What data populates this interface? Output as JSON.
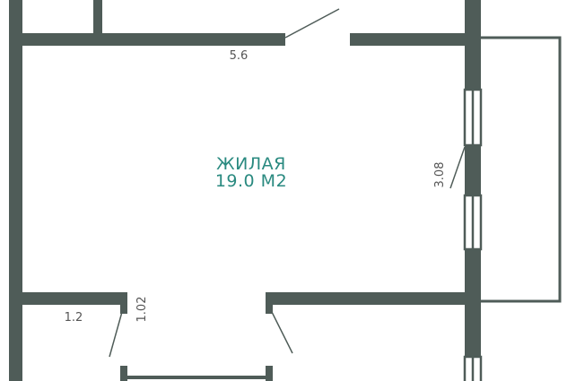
{
  "floor_plan": {
    "room": {
      "name": "ЖИЛАЯ",
      "area": "19.0 М2"
    },
    "dimensions": {
      "top_wall": "5.6",
      "right_wall": "3.08",
      "bottom_left": "1.2",
      "bottom_opening": "1.02"
    },
    "colors": {
      "wall": "#4f5c58",
      "label": "#2a8a80",
      "dimension": "#555555",
      "background": "#ffffff"
    }
  }
}
